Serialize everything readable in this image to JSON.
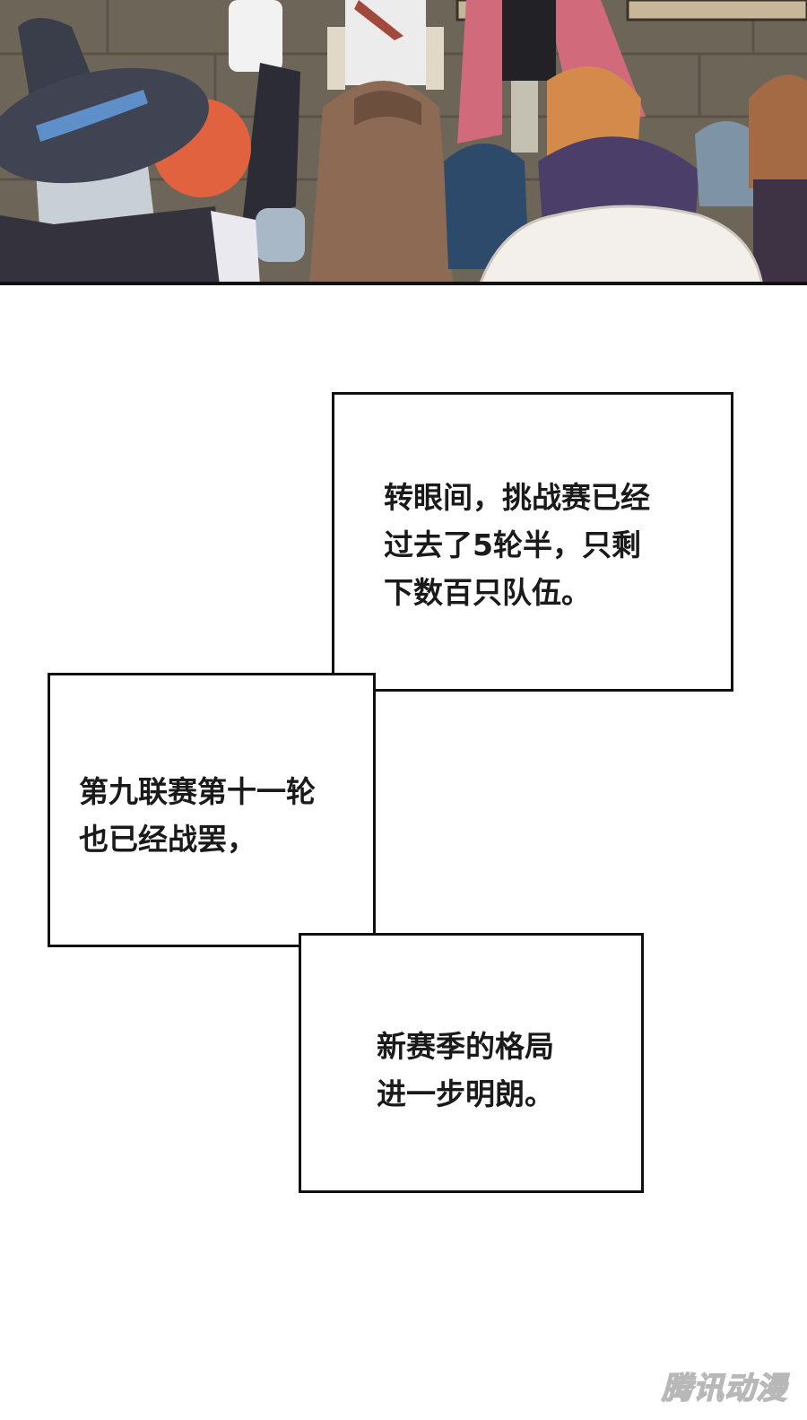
{
  "captions": [
    {
      "id": "caption-1",
      "text": "转眼间，挑战赛已经\n过去了5轮半，只剩\n下数百只队伍。"
    },
    {
      "id": "caption-2",
      "text": "第九联赛第十一轮\n也已经战罢，"
    },
    {
      "id": "caption-3",
      "text": "新赛季的格局\n进一步明朗。"
    }
  ],
  "watermark": {
    "text": "腾讯动漫"
  },
  "colors": {
    "wall": "#6f665a",
    "border": "#111111",
    "witch_hat": "#3a3d4a",
    "hat_band": "#5f8fc8",
    "red_cape": "#d16a7a",
    "long_hair": "#8c6a54"
  }
}
